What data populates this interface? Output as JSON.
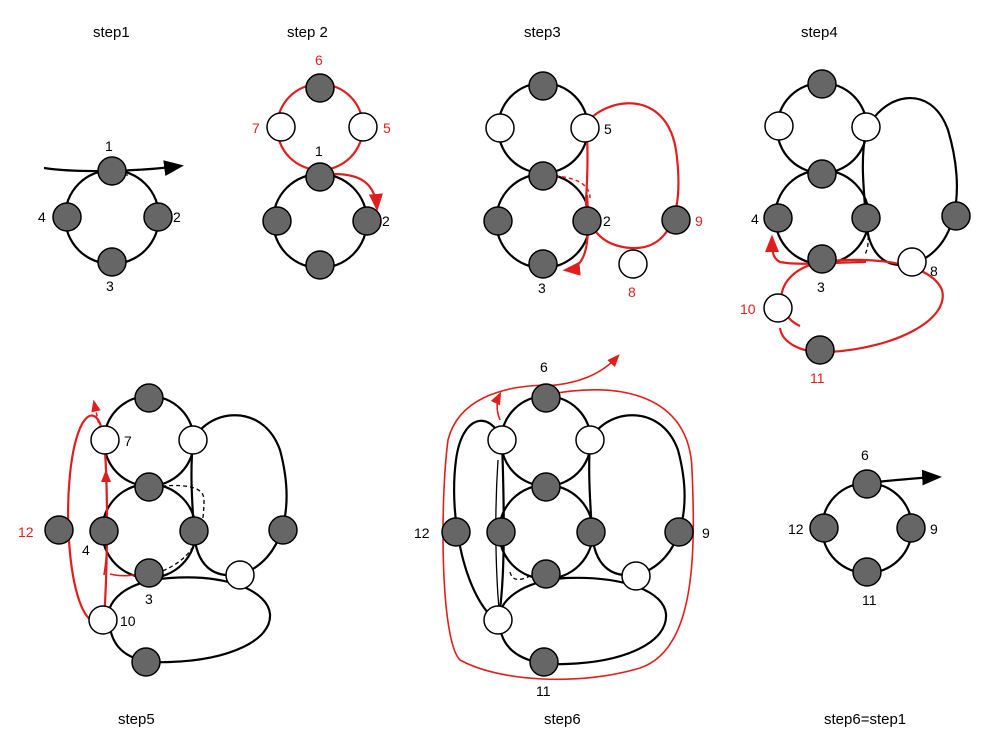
{
  "colors": {
    "thread_black": "#000000",
    "thread_red": "#e01e1e",
    "bead_dark": "#666666",
    "bead_light": "#ffffff"
  },
  "steps": {
    "step1": "step1",
    "step2": "step 2",
    "step3": "step3",
    "step4": "step4",
    "step5": "step5",
    "step6": "step6",
    "step6eq": "step6=step1"
  },
  "labels": {
    "n1": "1",
    "n2": "2",
    "n3": "3",
    "n4": "4",
    "n5": "5",
    "n6": "6",
    "n7": "7",
    "n8": "8",
    "n9": "9",
    "n10": "10",
    "n11": "11",
    "n12": "12"
  }
}
